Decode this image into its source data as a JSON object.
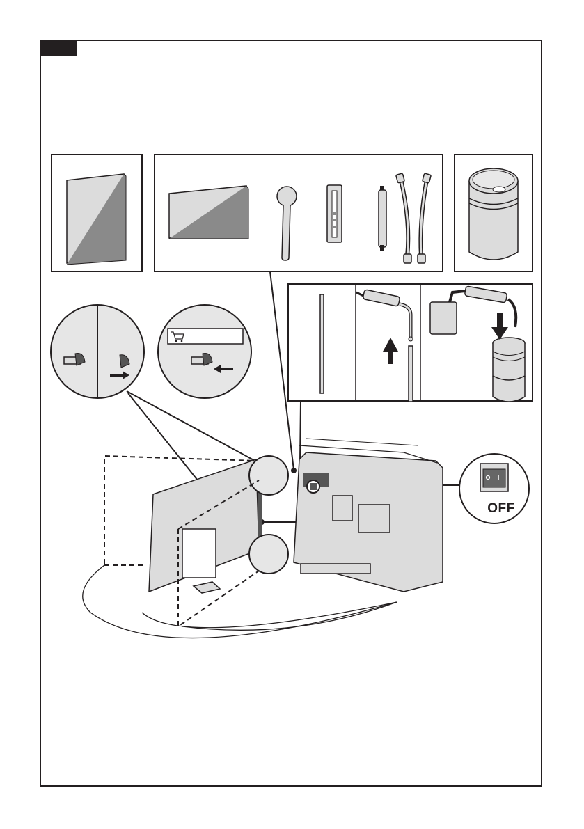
{
  "page": {
    "step_number": "",
    "accent_color": "#231f20",
    "fill_color": "#dcdcdc"
  },
  "panels": {
    "box_contents_left": {
      "items": [
        {
          "icon": "instruction-booklet-icon"
        }
      ]
    },
    "box_contents_center": {
      "items": [
        {
          "icon": "quick-guide-booklet-icon"
        },
        {
          "icon": "measuring-spoon-icon"
        },
        {
          "icon": "water-hardness-test-strip-icon"
        },
        {
          "icon": "water-filter-adapter-icon"
        },
        {
          "icon": "hose-icon"
        },
        {
          "icon": "hose-icon"
        }
      ]
    },
    "box_contents_right": {
      "items": [
        {
          "icon": "water-filter-cartridge-icon"
        }
      ]
    },
    "filter_install_steps": {
      "steps": [
        {
          "icon": "intake-tube-icon"
        },
        {
          "icon": "attach-adapter-icon",
          "arrow": "up"
        },
        {
          "icon": "insert-filter-icon",
          "arrow": "down"
        }
      ]
    }
  },
  "detail_callouts": {
    "hinge_remove": {
      "arrow": "right"
    },
    "hinge_attach": {
      "icon": "shopping-cart-icon",
      "arrow": "left",
      "label": ""
    },
    "power_switch": {
      "label": "OFF",
      "switch_marks": [
        "O",
        "I"
      ]
    }
  }
}
